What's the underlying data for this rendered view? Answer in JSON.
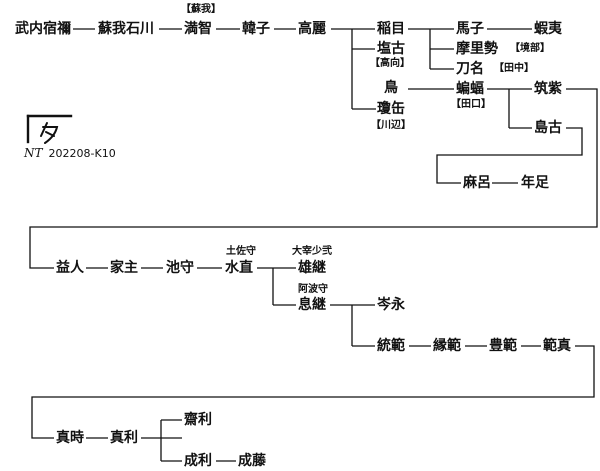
{
  "names": {
    "takeuchi": "武内宿禰",
    "soganoishikawa": "蘇我石川",
    "machi": "満智",
    "karako": "韓子",
    "koma": "高麗",
    "iname": "稲目",
    "shioko": "塩古",
    "tori": "鳥",
    "nukaka": "瓊缶",
    "umako": "馬子",
    "emishi": "蝦夷",
    "marise": "摩里勢",
    "toname": "刀名",
    "kohori": "蝙蝠",
    "tsukushi": "筑紫",
    "shimako": "島古",
    "maro": "麻呂",
    "taritari": "年足",
    "masuhito": "益人",
    "ienushi": "家主",
    "ikemori": "池守",
    "minao": "水直",
    "otsugu": "雄継",
    "okitsugu": "息継",
    "minenaga": "岑永",
    "munenori": "統範",
    "yorinori": "縁範",
    "toyonori": "豊範",
    "norizane": "範真",
    "matoki": "真時",
    "matoshi": "真利",
    "saitoshi": "齋利",
    "naritoshi": "成利",
    "narifuji": "成藤"
  },
  "notes": {
    "soga": "【蘇我】",
    "takamuki": "【高向】",
    "sakaibe": "【境部】",
    "tanaka": "【田中】",
    "taguchi": "【田口】",
    "kawabe": "【川辺】",
    "tosanokami": "土佐守",
    "dazainoshoni": "大宰少弐",
    "awanokami": "阿波守"
  },
  "signature": {
    "initials": "NT",
    "code": "202208-K10"
  },
  "logo_icon": "ta-kana-logo-icon"
}
